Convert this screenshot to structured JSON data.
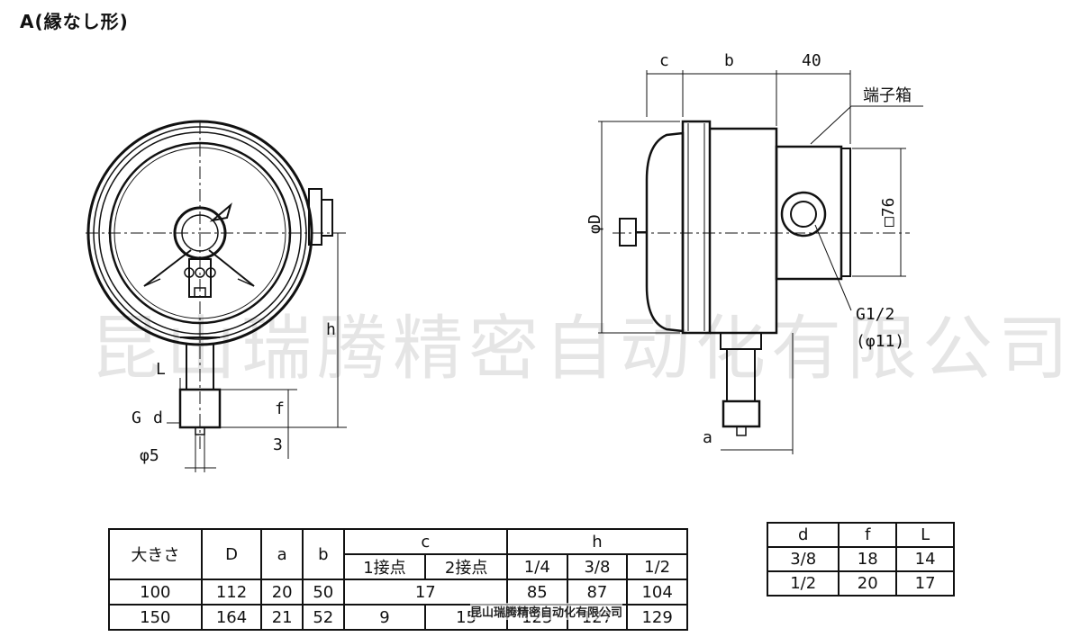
{
  "title": "A(縁なし形)",
  "watermark": "昆山瑞腾精密自动化有限公司",
  "stamp": "昆山瑞腾精密自动化有限公司",
  "front_view": {
    "labels": {
      "L": "L",
      "G": "G",
      "d": "d",
      "f": "f",
      "h": "h",
      "three": "3",
      "phi5": "φ5"
    }
  },
  "side_view": {
    "labels": {
      "c": "c",
      "b": "b",
      "forty": "40",
      "terminal_box": "端子箱",
      "phiD": "φD",
      "square76": "□76",
      "g12": "G1/2",
      "phi11": "(φ11)",
      "a": "a"
    }
  },
  "main_table": {
    "header_row1": [
      "大きさ",
      "D",
      "a",
      "b",
      "c",
      "h"
    ],
    "header_row2": [
      "1接点",
      "2接点",
      "1/4",
      "3/8",
      "1/2"
    ],
    "rows": [
      {
        "size": "100",
        "D": "112",
        "a": "20",
        "b": "50",
        "c_merged": "17",
        "h": [
          "85",
          "87",
          "104"
        ]
      },
      {
        "size": "150",
        "D": "164",
        "a": "21",
        "b": "52",
        "c": [
          "9",
          "15"
        ],
        "h": [
          "125",
          "127",
          "129"
        ]
      }
    ]
  },
  "sub_table": {
    "header": [
      "d",
      "f",
      "L"
    ],
    "rows": [
      [
        "3/8",
        "18",
        "14"
      ],
      [
        "1/2",
        "20",
        "17"
      ]
    ]
  }
}
